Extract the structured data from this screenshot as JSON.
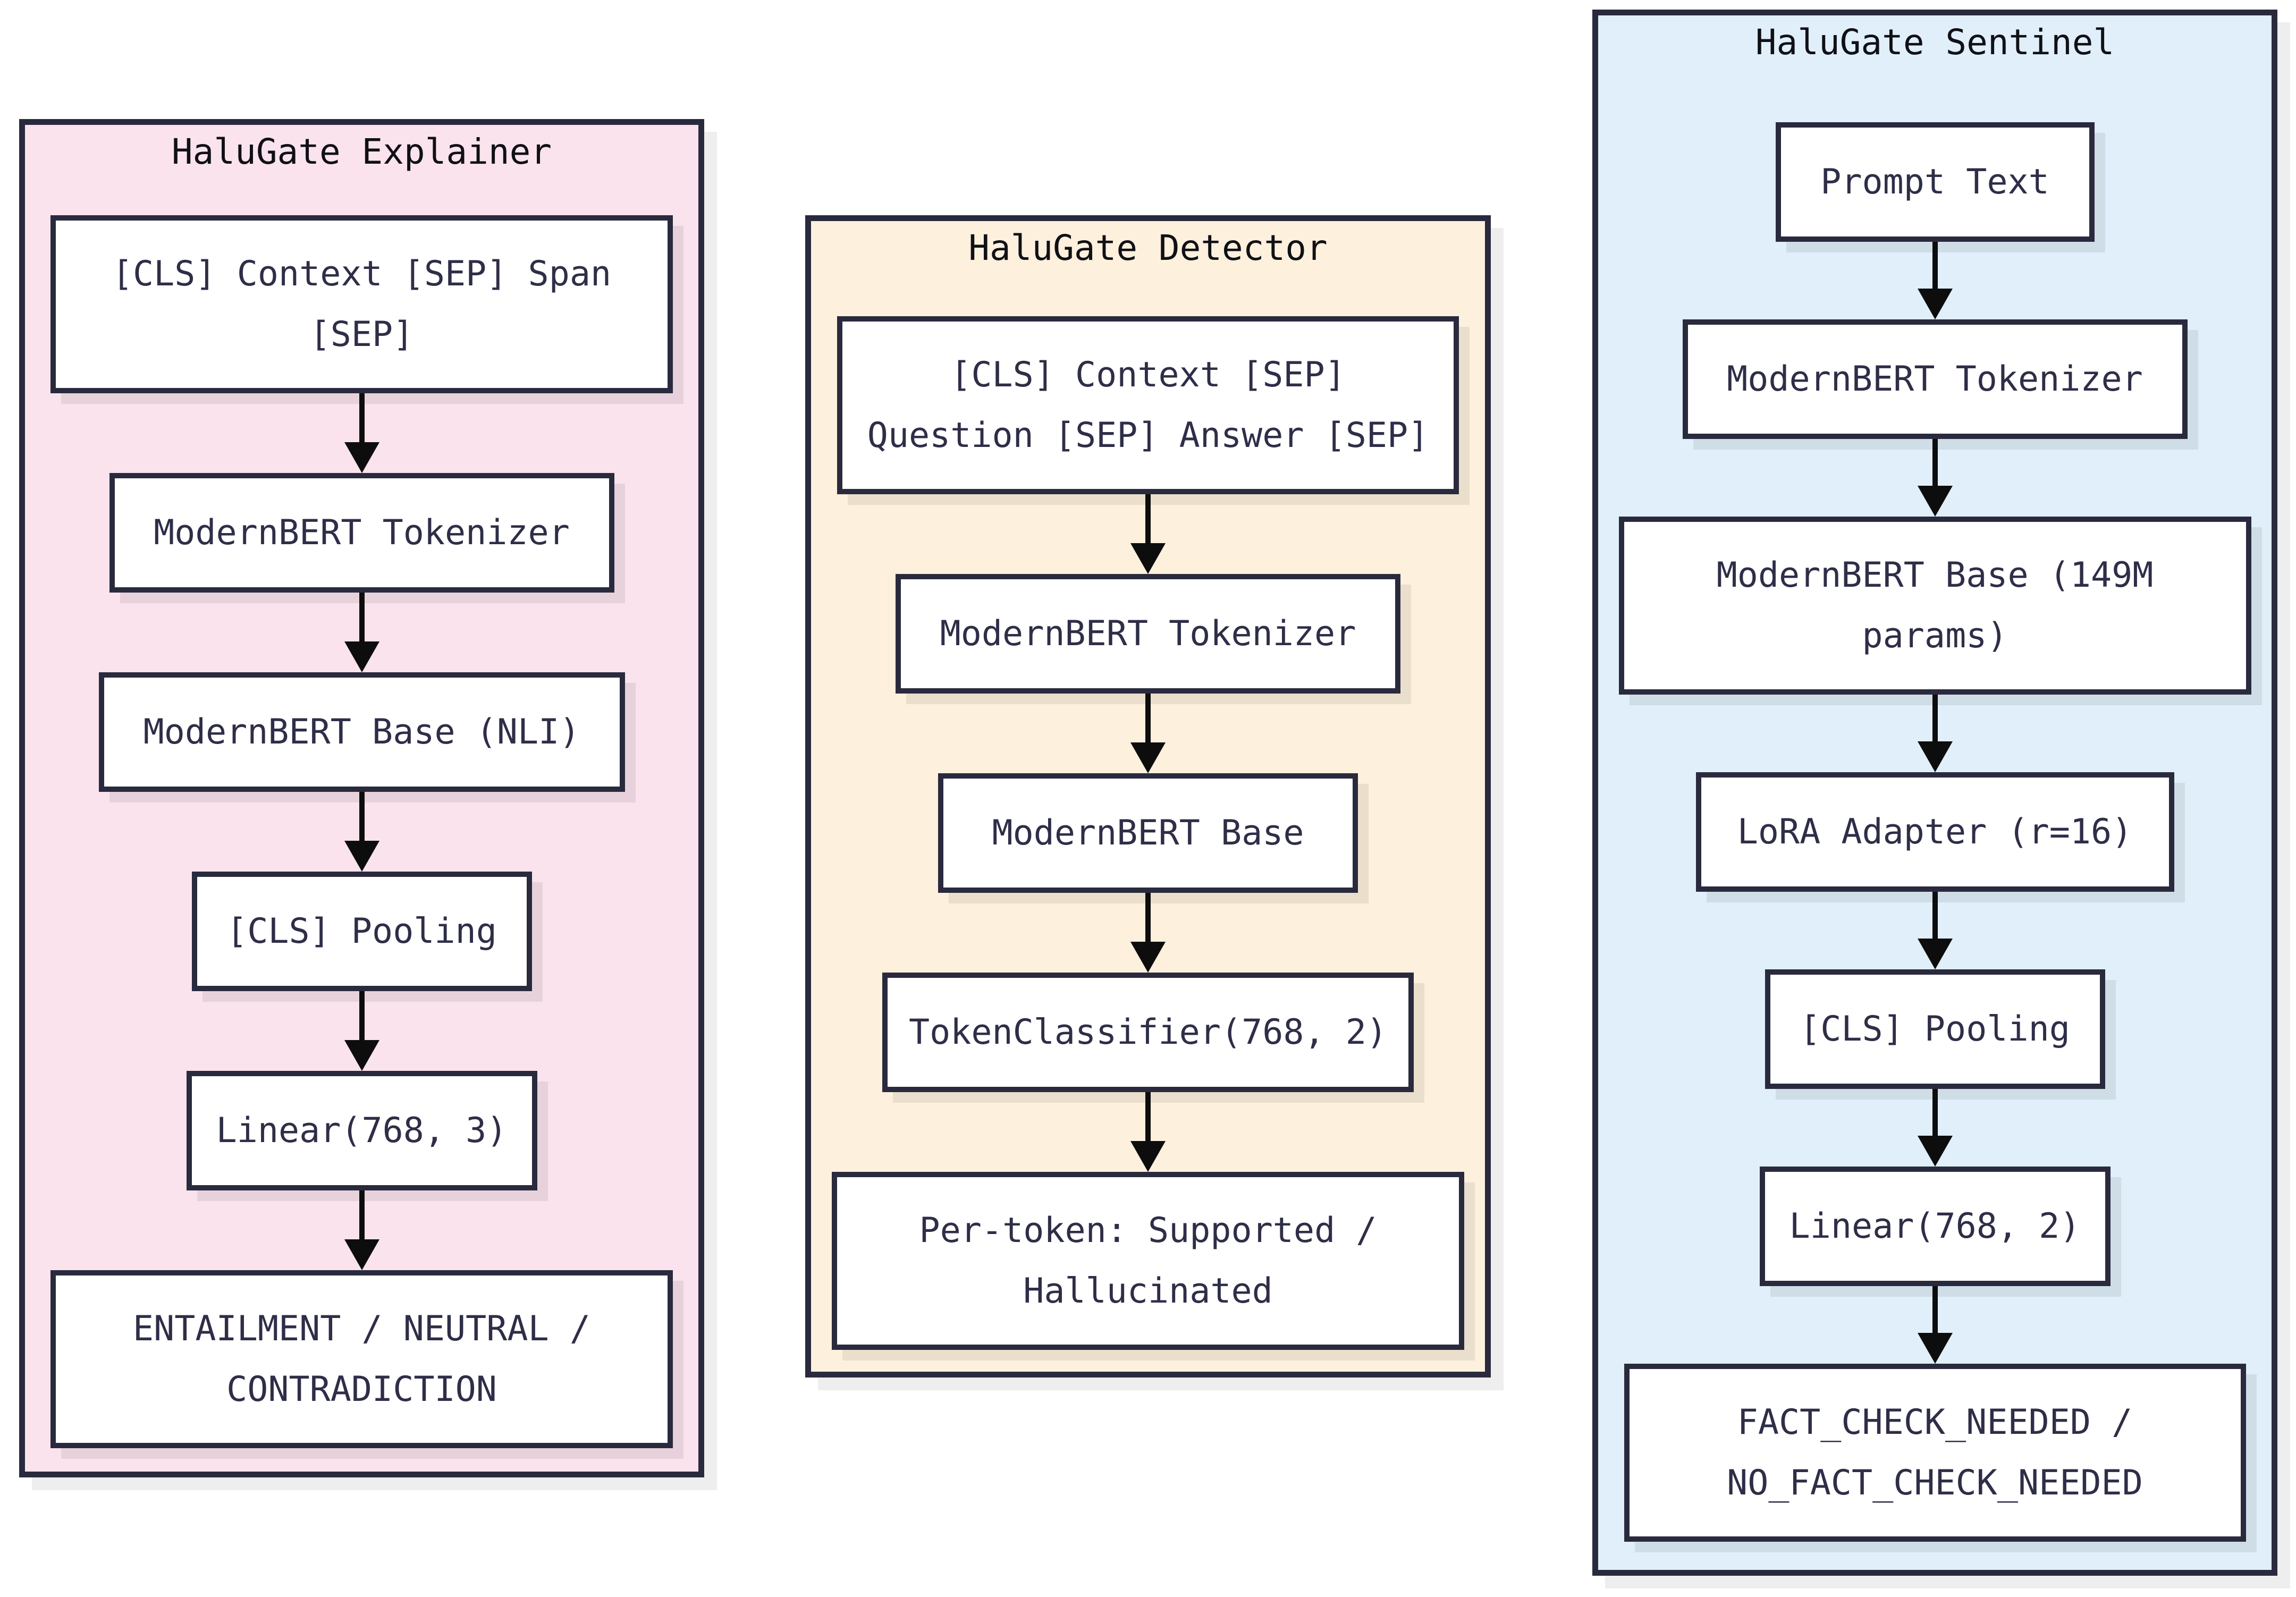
{
  "diagram": {
    "colors": {
      "panel_border": "#2a2a3e",
      "node_background": "#ffffff",
      "node_text": "#2e2e48",
      "title_text": "#101016",
      "arrow": "#0d0d0d",
      "explainer_background": "#fae3ed",
      "detector_background": "#fdf0dc",
      "sentinel_background": "#e0effa"
    },
    "panels": [
      {
        "title": "HaluGate Explainer",
        "nodes": [
          {
            "label": "[CLS] Context [SEP] Span\n[SEP]"
          },
          {
            "label": "ModernBERT Tokenizer"
          },
          {
            "label": "ModernBERT Base (NLI)"
          },
          {
            "label": "[CLS] Pooling"
          },
          {
            "label": "Linear(768, 3)"
          },
          {
            "label": "ENTAILMENT / NEUTRAL /\nCONTRADICTION"
          }
        ]
      },
      {
        "title": "HaluGate Detector",
        "nodes": [
          {
            "label": "[CLS] Context [SEP]\nQuestion [SEP] Answer [SEP]"
          },
          {
            "label": "ModernBERT Tokenizer"
          },
          {
            "label": "ModernBERT Base"
          },
          {
            "label": "TokenClassifier(768, 2)"
          },
          {
            "label": "Per-token: Supported /\nHallucinated"
          }
        ]
      },
      {
        "title": "HaluGate Sentinel",
        "nodes": [
          {
            "label": "Prompt Text"
          },
          {
            "label": "ModernBERT Tokenizer"
          },
          {
            "label": "ModernBERT Base (149M\nparams)"
          },
          {
            "label": "LoRA Adapter (r=16)"
          },
          {
            "label": "[CLS] Pooling"
          },
          {
            "label": "Linear(768, 2)"
          },
          {
            "label": "FACT_CHECK_NEEDED /\nNO_FACT_CHECK_NEEDED"
          }
        ]
      }
    ]
  }
}
